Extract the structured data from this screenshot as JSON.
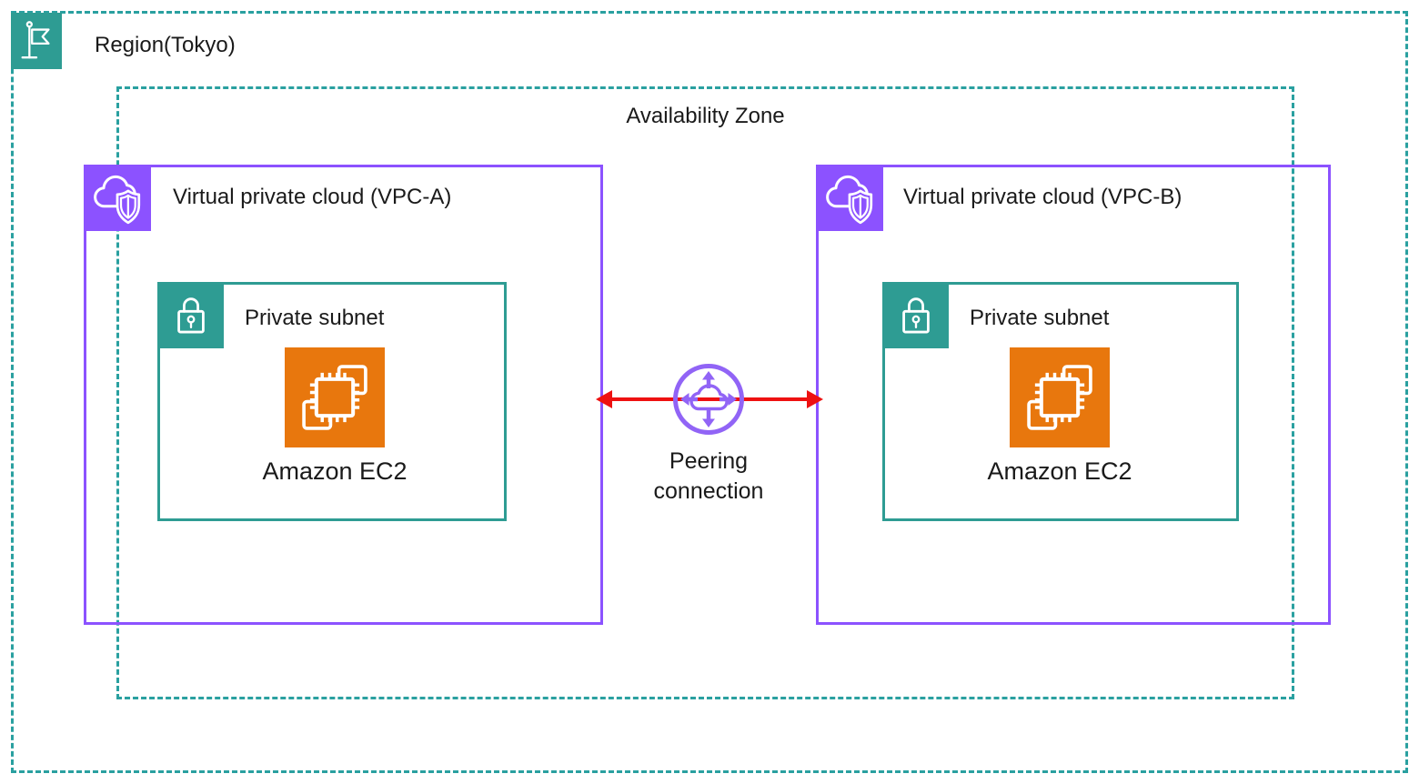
{
  "diagram": {
    "region": {
      "label": "Region(Tokyo)"
    },
    "availability_zone": {
      "label": "Availability Zone"
    },
    "vpcs": [
      {
        "label": "Virtual private cloud (VPC-A)",
        "subnet": {
          "label": "Private subnet",
          "resource": {
            "label": "Amazon EC2"
          }
        }
      },
      {
        "label": "Virtual private cloud (VPC-B)",
        "subnet": {
          "label": "Private subnet",
          "resource": {
            "label": "Amazon EC2"
          }
        }
      }
    ],
    "peering": {
      "label": "Peering connection"
    },
    "colors": {
      "teal": "#2E9C93",
      "teal_border": "#2AA0A0",
      "purple": "#8C52FF",
      "peering_purple": "#9164F6",
      "orange": "#E8770D",
      "red": "#EE1111",
      "text": "#1A1A1A"
    }
  }
}
